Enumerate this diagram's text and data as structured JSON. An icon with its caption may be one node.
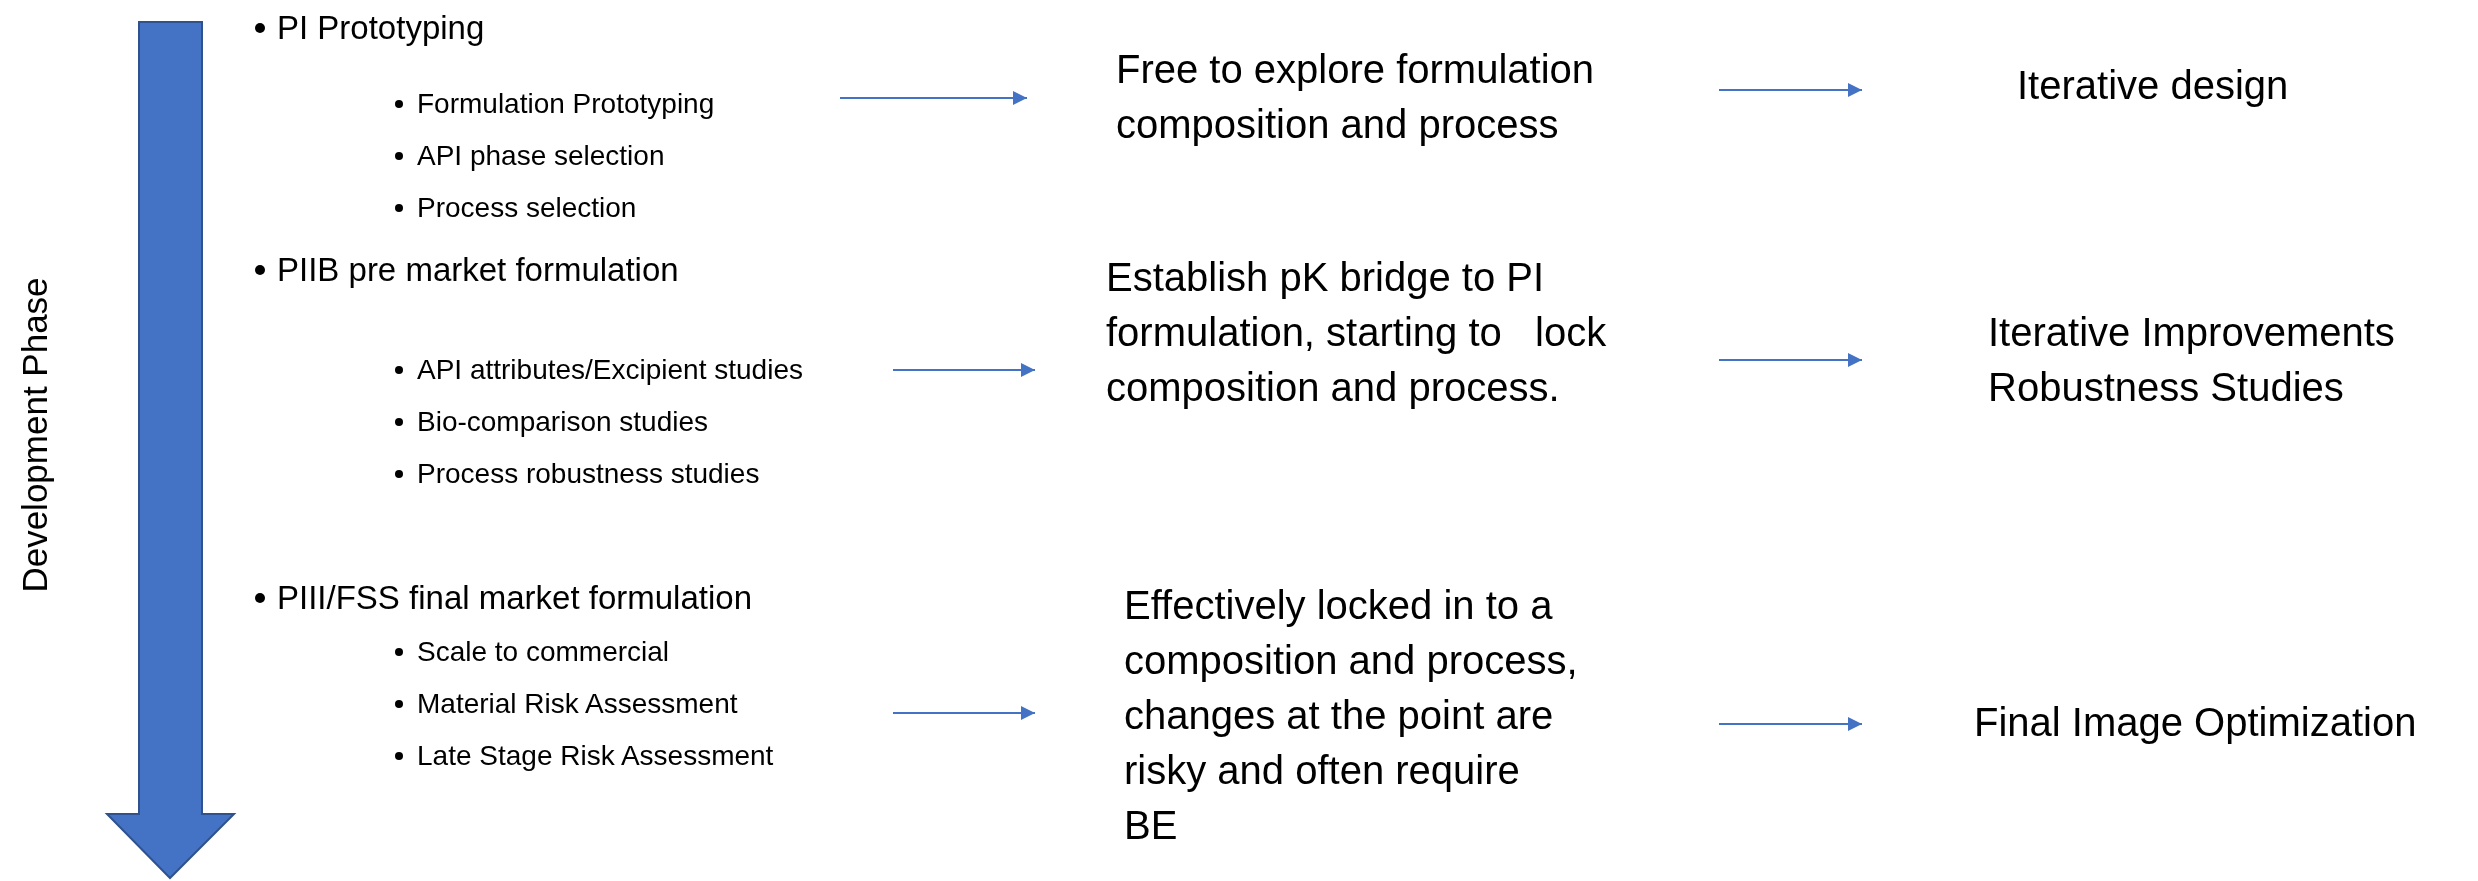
{
  "diagram": {
    "nodes": [
      {
        "text": [
          "PI Prototyping",
          "Formulation Prototyping",
          "API phase selection",
          "Process selection"
        ]
      },
      {
        "text": [
          "Free to explore formulation composition and process"
        ]
      },
      {
        "text": [
          "Iterative design"
        ]
      },
      {
        "text": [
          "PIIB pre market formulation",
          "API attributes/Excipient studies",
          "Bio-comparison studies",
          "Process robustness studies"
        ]
      },
      {
        "text": [
          "Establish pK bridge to PI formulation, starting to   lock composition and process."
        ]
      },
      {
        "text": [
          "Iterative Improvements",
          "Robustness Studies"
        ]
      },
      {
        "text": [
          "PIII/FSS final market formulation",
          "Scale to commercial",
          "Material Risk Assessment",
          "Late Stage Risk Assessment"
        ]
      },
      {
        "text": [
          "Effectively locked in to a composition and process, changes at the point are risky and often require BE"
        ]
      },
      {
        "text": [
          "Final Image Optimization"
        ]
      }
    ],
    "edges": [
      {
        "from": 0,
        "to": 1,
        "arrow": "to"
      },
      {
        "from": 1,
        "to": 2,
        "arrow": "to"
      },
      {
        "from": 3,
        "to": 4,
        "arrow": "to"
      },
      {
        "from": 4,
        "to": 5,
        "arrow": "to"
      },
      {
        "from": 6,
        "to": 7,
        "arrow": "to"
      },
      {
        "from": 7,
        "to": 8,
        "arrow": "to"
      }
    ],
    "labels": [
      "Development Phase"
    ]
  }
}
